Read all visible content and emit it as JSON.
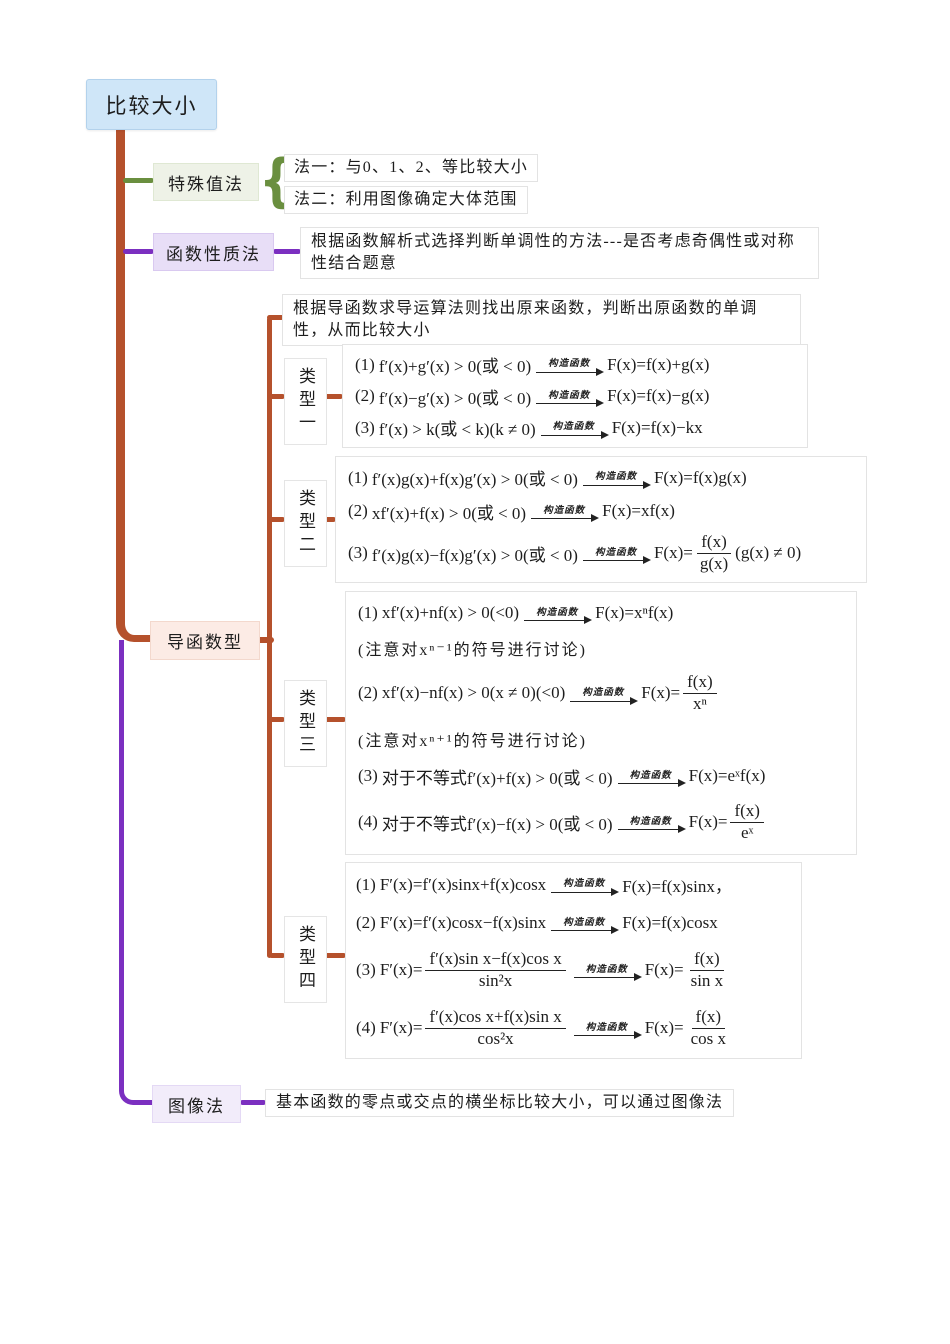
{
  "root_title": "比较大小",
  "arrow_label": "构造函数",
  "colors": {
    "trunk_sienna": "#b5512c",
    "branch_green": "#6a8f3f",
    "branch_purple": "#7b2fc0",
    "root_blue_bg": "#cfe6f8",
    "special_bg": "#eef2e7",
    "property_bg": "#e8def7",
    "derivative_bg": "#fcebe5",
    "graph_bg": "#f2ecfa"
  },
  "special": {
    "label": "特殊值法",
    "brace": "{",
    "fa1": "法一：与0、1、2、等比较大小",
    "fa2": "法二：利用图像确定大体范围"
  },
  "property": {
    "label": "函数性质法",
    "desc": "根据函数解析式选择判断单调性的方法---是否考虑奇偶性或对称性结合题意"
  },
  "derivative": {
    "label": "导函数型",
    "desc": "根据导函数求导运算法则找出原来函数，判断出原函数的单调性，从而比较大小",
    "t1": {
      "label": "类型一",
      "rows": [
        {
          "n": "(1)",
          "lhs": "f′(x)+g′(x) > 0(或 < 0)",
          "rhs": "F(x)=f(x)+g(x)"
        },
        {
          "n": "(2)",
          "lhs": "f′(x)−g′(x) > 0(或 < 0)",
          "rhs": "F(x)=f(x)−g(x)"
        },
        {
          "n": "(3)",
          "lhs": "f′(x) > k(或 < k)(k ≠ 0)",
          "rhs": "F(x)=f(x)−kx"
        }
      ]
    },
    "t2": {
      "label": "类型二",
      "rows": [
        {
          "n": "(1)",
          "lhs": "f′(x)g(x)+f(x)g′(x) > 0(或 < 0)",
          "rhs": "F(x)=f(x)g(x)"
        },
        {
          "n": "(2)",
          "lhs": "xf′(x)+f(x) > 0(或 < 0)",
          "rhs": "F(x)=xf(x)"
        },
        {
          "n": "(3)",
          "lhs": "f′(x)g(x)−f(x)g′(x) > 0(或 < 0)",
          "rhs_prefix": "F(x)=",
          "frac_num": "f(x)",
          "frac_den": "g(x)",
          "rhs_suffix": "(g(x) ≠ 0)"
        }
      ]
    },
    "t3": {
      "label": "类型三",
      "row1": {
        "n": "(1)",
        "lhs": "xf′(x)+nf(x) > 0(<0)",
        "rhs": "F(x)=xⁿf(x)"
      },
      "note1": "(注意对xⁿ⁻¹的符号进行讨论)",
      "row2": {
        "n": "(2)",
        "lhs": "xf′(x)−nf(x) > 0(x ≠ 0)(<0)",
        "rhs_prefix": "F(x)=",
        "frac_num": "f(x)",
        "frac_den": "xⁿ"
      },
      "note2": "(注意对xⁿ⁺¹的符号进行讨论)",
      "row3": {
        "n": "(3)",
        "lhs": "对于不等式f′(x)+f(x) > 0(或 < 0)",
        "rhs": "F(x)=eˣf(x)"
      },
      "row4": {
        "n": "(4)",
        "lhs": "对于不等式f′(x)−f(x) > 0(或 < 0)",
        "rhs_prefix": "F(x)=",
        "frac_num": "f(x)",
        "frac_den": "eˣ"
      }
    },
    "t4": {
      "label": "类型四",
      "row1": {
        "n": "(1)",
        "lhs": "F′(x)=f′(x)sinx+f(x)cosx",
        "rhs": "F(x)=f(x)sinx，"
      },
      "row2": {
        "n": "(2)",
        "lhs": "F′(x)=f′(x)cosx−f(x)sinx",
        "rhs": "F(x)=f(x)cosx"
      },
      "row3": {
        "n": "(3)",
        "lhs_prefix": "F′(x)=",
        "lnum": "f′(x)sin x−f(x)cos x",
        "lden": "sin²x",
        "rhs_prefix": "F(x)=",
        "rnum": "f(x)",
        "rden": "sin x"
      },
      "row4": {
        "n": "(4)",
        "lhs_prefix": "F′(x)=",
        "lnum": "f′(x)cos x+f(x)sin x",
        "lden": "cos²x",
        "rhs_prefix": "F(x)=",
        "rnum": "f(x)",
        "rden": "cos x"
      }
    }
  },
  "graph": {
    "label": "图像法",
    "desc": "基本函数的零点或交点的横坐标比较大小，可以通过图像法"
  }
}
